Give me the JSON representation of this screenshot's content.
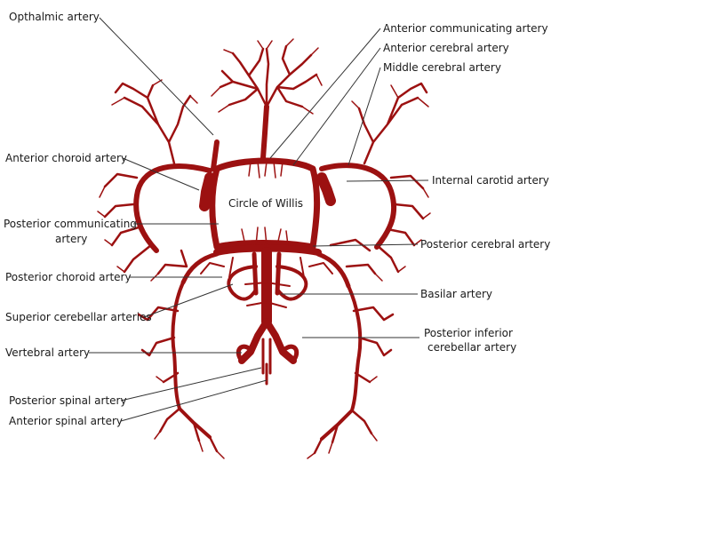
{
  "diagram": {
    "center_label": "Circle of Willis",
    "labels": {
      "opthalmic": "Opthalmic artery",
      "ant_comm": "Anterior communicating artery",
      "ant_cerebral": "Anterior cerebral artery",
      "middle_cerebral": "Middle cerebral artery",
      "ant_choroid": "Anterior choroid artery",
      "internal_carotid": "Internal carotid artery",
      "post_comm_1": "Posterior communicating",
      "post_comm_2": "artery",
      "post_cerebral": "Posterior cerebral artery",
      "post_choroid": "Posterior choroid artery",
      "basilar": "Basilar artery",
      "sup_cerebellar": "Superior cerebellar arteries",
      "pica_1": "Posterior inferior",
      "pica_2": "cerebellar artery",
      "vertebral": "Vertebral artery",
      "post_spinal": "Posterior spinal artery",
      "ant_spinal": "Anterior spinal artery"
    },
    "colors": {
      "vessel": "#9c1111",
      "leader": "#333333",
      "text": "#1a1a1a"
    }
  }
}
